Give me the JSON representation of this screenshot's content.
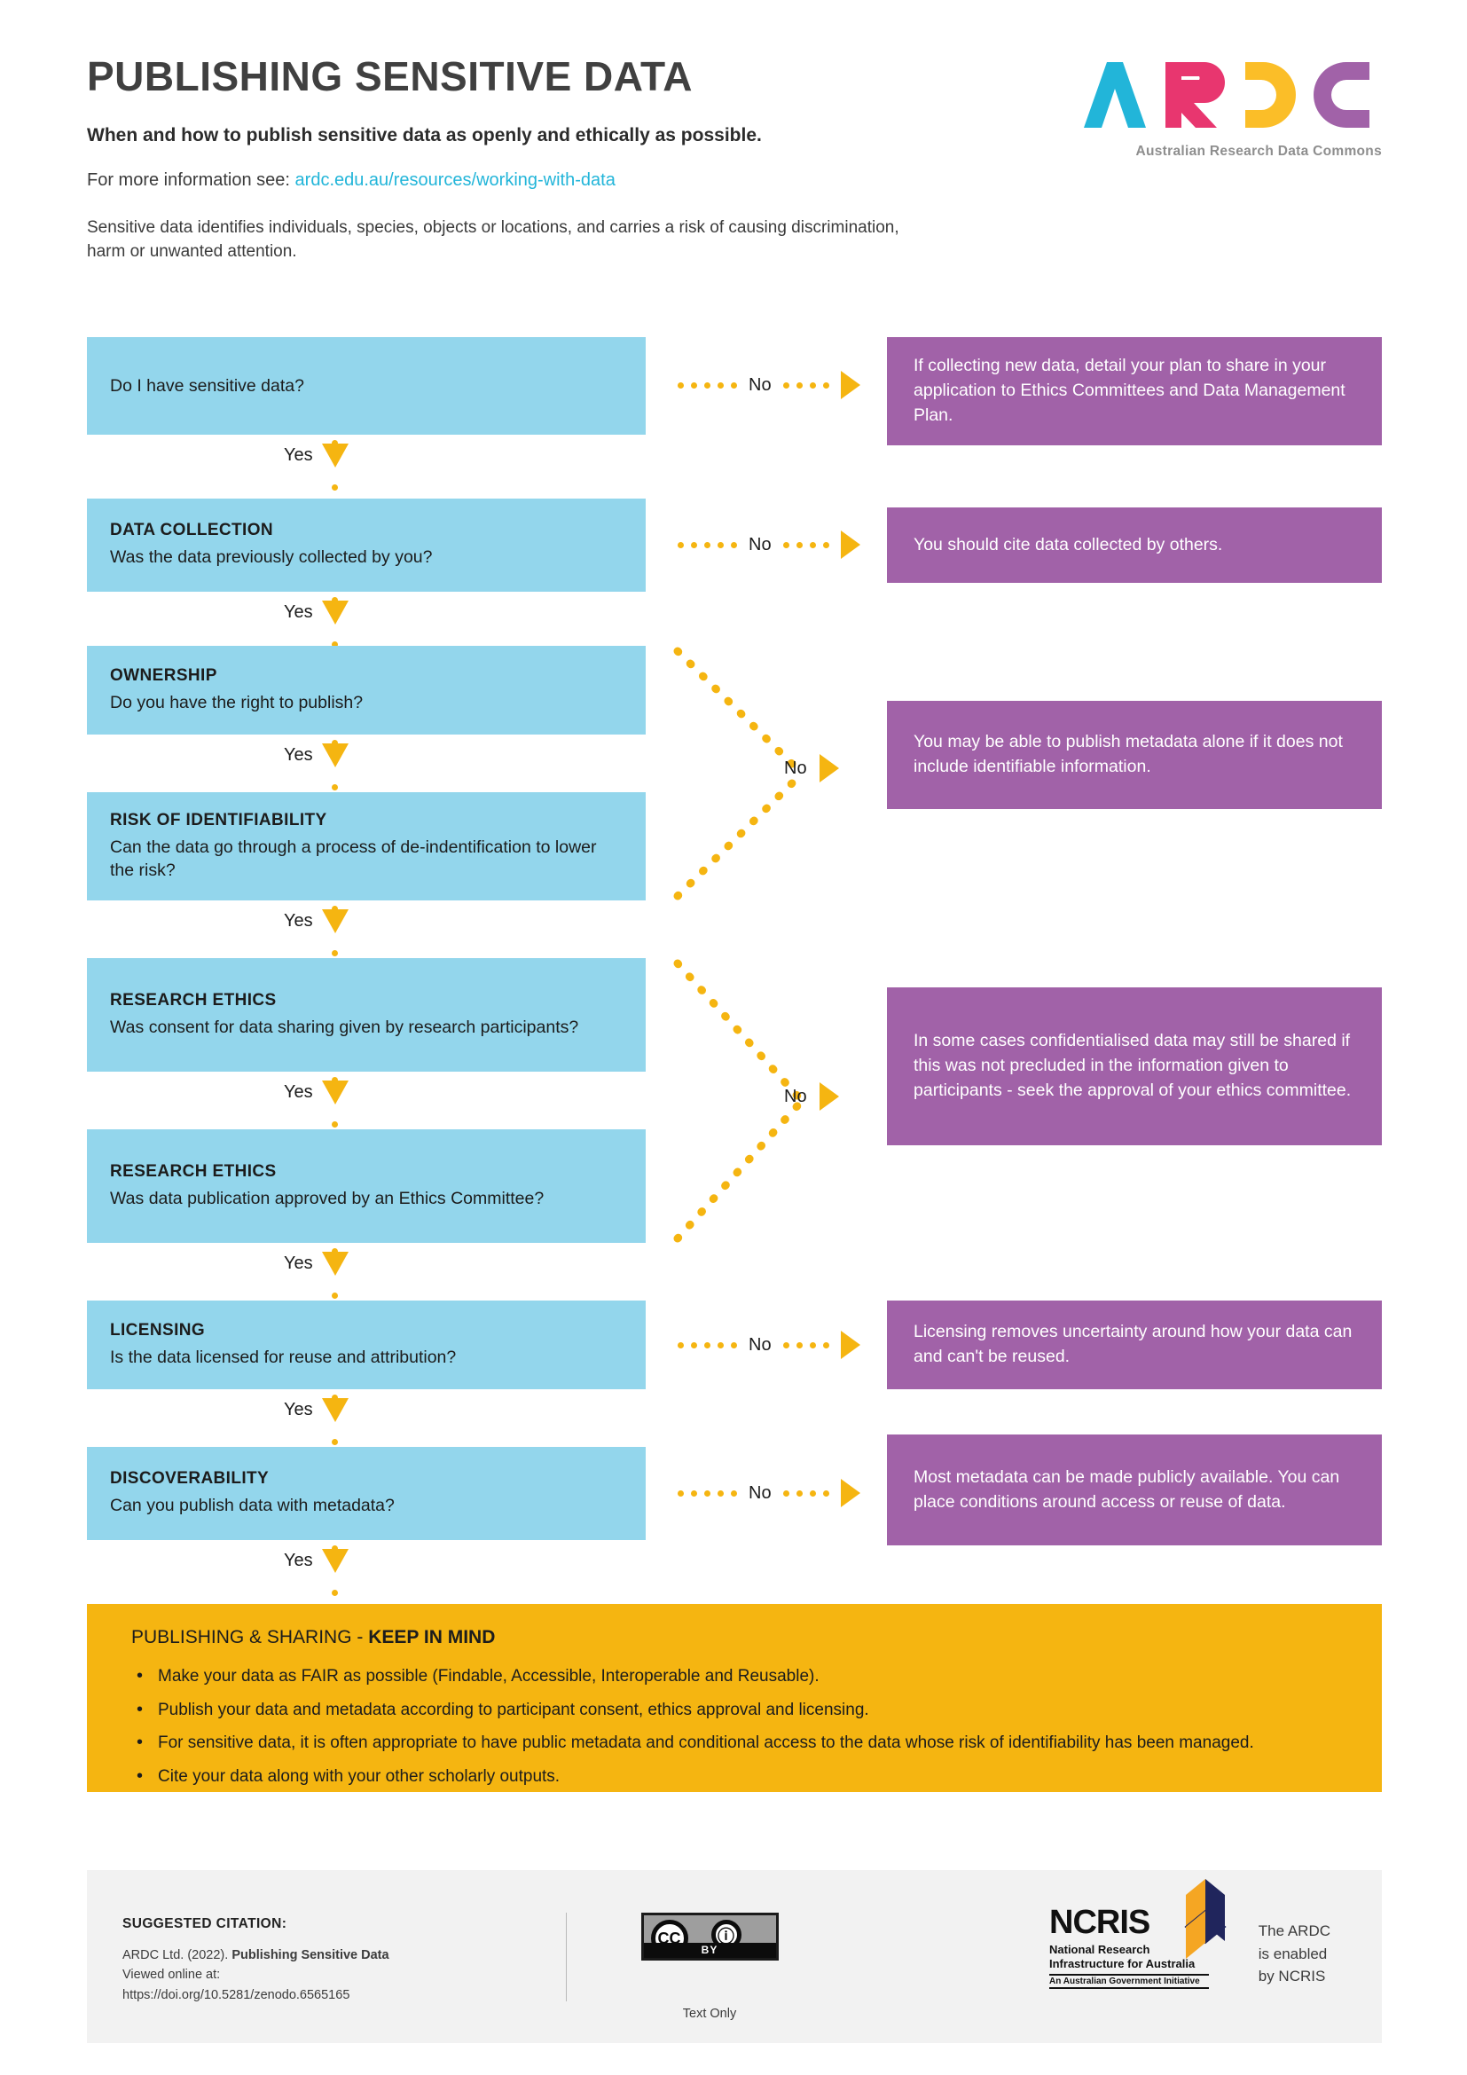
{
  "header": {
    "title": "PUBLISHING SENSITIVE DATA",
    "subtitle": "When and how to publish sensitive data as openly and ethically as possible.",
    "moreinfo_prefix": "For more information see: ",
    "moreinfo_link": "ardc.edu.au/resources/working-with-data",
    "blurb": "Sensitive data identifies individuals, species, objects or locations, and carries a risk of causing discrimination, harm or unwanted attention."
  },
  "logo": {
    "letters": "ARDC",
    "tagline": "Australian Research Data Commons",
    "colors": {
      "a": "#22b5d9",
      "r": "#e8366f",
      "d": "#fbbe28",
      "c": "#a162a8"
    }
  },
  "colors": {
    "question_box": "#93d6ec",
    "answer_box": "#a162a8",
    "accent_gold": "#f5b511",
    "footer_bg": "#f2f2f2",
    "link": "#22b5d9"
  },
  "flow": {
    "yes_label": "Yes",
    "no_label": "No",
    "steps": [
      {
        "category": "",
        "question": "Do I have sensitive data?",
        "no_answer": "If collecting new data, detail your plan to share in your application to Ethics Committees and Data Management Plan."
      },
      {
        "category": "DATA COLLECTION",
        "question": "Was the data previously collected by you?",
        "no_answer": "You should cite data collected by others."
      },
      {
        "category": "OWNERSHIP",
        "question": "Do you have the right to publish?",
        "no_answer": "You may be able to publish metadata alone if it does not include identifiable information."
      },
      {
        "category": "RISK OF IDENTIFIABILITY",
        "question": "Can the data go through a process of de-indentification to lower the risk?",
        "no_answer": "You may be able to publish metadata alone if it does not include identifiable information."
      },
      {
        "category": "RESEARCH ETHICS",
        "question": "Was consent for data sharing given by research participants?",
        "no_answer": "In some cases confidentialised data may still be shared if this was not precluded in the information given to participants - seek the approval of your ethics committee."
      },
      {
        "category": "RESEARCH ETHICS",
        "question": "Was data publication approved by an Ethics Committee?",
        "no_answer": "In some cases confidentialised data may still be shared if this was not precluded in the information given to participants - seek the approval of your ethics committee."
      },
      {
        "category": "LICENSING",
        "question": "Is the data licensed for reuse and attribution?",
        "no_answer": "Licensing removes uncertainty around how your data can and can't be reused."
      },
      {
        "category": "DISCOVERABILITY",
        "question": "Can you publish data with metadata?",
        "no_answer": "Most metadata can be made publicly available. You can place conditions around access or reuse of data."
      }
    ]
  },
  "keep_in_mind": {
    "heading_normal": "PUBLISHING & SHARING - ",
    "heading_bold": "KEEP IN MIND",
    "bullets": [
      "Make your data as FAIR as possible (Findable, Accessible, Interoperable and Reusable).",
      "Publish your data and metadata according to participant consent, ethics approval and licensing.",
      "For sensitive data, it is often appropriate to have public metadata and conditional access to the data whose risk of identifiability has been managed.",
      "Cite your data along with your other scholarly outputs."
    ]
  },
  "footer": {
    "citation_heading": "SUGGESTED CITATION:",
    "citation_prefix": "ARDC Ltd. (2022). ",
    "citation_title": "Publishing Sensitive Data",
    "citation_viewed": "Viewed online at:",
    "citation_doi": "https://doi.org/10.5281/zenodo.6565165",
    "cc_cc": "CC",
    "cc_by": "BY",
    "cc_person": "ⓘ",
    "cc_caption": "Text Only",
    "ncris_word": "NCRIS",
    "ncris_line2": "National Research\nInfrastructure for Australia",
    "ncris_line3": "An Australian Government Initiative",
    "enabled_text": "The ARDC\nis enabled\nby NCRIS"
  }
}
